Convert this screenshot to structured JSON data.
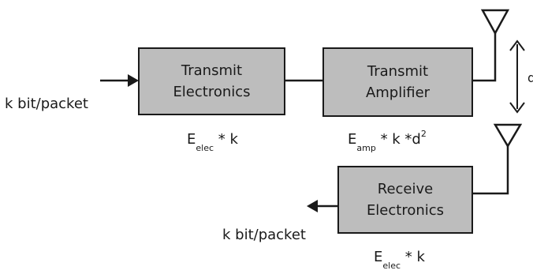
{
  "blocks": {
    "transmit_electronics": {
      "line1": "Transmit",
      "line2": "Electronics"
    },
    "transmit_amplifier": {
      "line1": "Transmit",
      "line2": "Amplifier"
    },
    "receive_electronics": {
      "line1": "Receive",
      "line2": "Electronics"
    }
  },
  "labels": {
    "input": "k bit/packet",
    "output": "k bit/packet",
    "distance": "d"
  },
  "formulas": {
    "tx_elec": {
      "E": "E",
      "sub": "elec",
      "rest": "* k"
    },
    "tx_amp": {
      "E": "E",
      "sub": "amp",
      "rest": "* k *d",
      "sup": "2"
    },
    "rx_elec": {
      "E": "E",
      "sub": "elec",
      "rest": "* k"
    }
  },
  "colors": {
    "block_fill": "#bdbdbd",
    "stroke": "#1a1a1a"
  }
}
